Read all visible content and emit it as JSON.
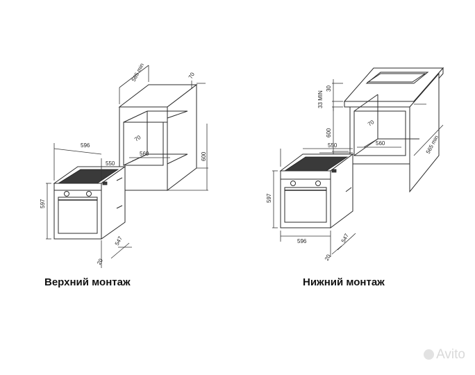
{
  "captions": {
    "left": "Верхний монтаж",
    "right": "Нижний монтаж"
  },
  "left_dims": {
    "cab_depth": "565 min",
    "top_gap": "70",
    "niche_width": "560",
    "niche_inner": "70",
    "niche_height": "600",
    "oven_width": "596",
    "oven_depth": "550",
    "oven_height": "597",
    "oven_body_depth": "547",
    "front_gap": "20"
  },
  "right_dims": {
    "gap_top": "30",
    "min_gap": "33 MIN",
    "niche_height": "600",
    "niche_inner": "70",
    "niche_width": "560",
    "cab_depth": "565 min",
    "oven_depth": "550",
    "oven_height": "597",
    "oven_width": "596",
    "oven_body_depth": "547",
    "front_gap": "20"
  },
  "watermark": "Avito",
  "colors": {
    "line": "#2a2a2a",
    "background": "#ffffff"
  }
}
